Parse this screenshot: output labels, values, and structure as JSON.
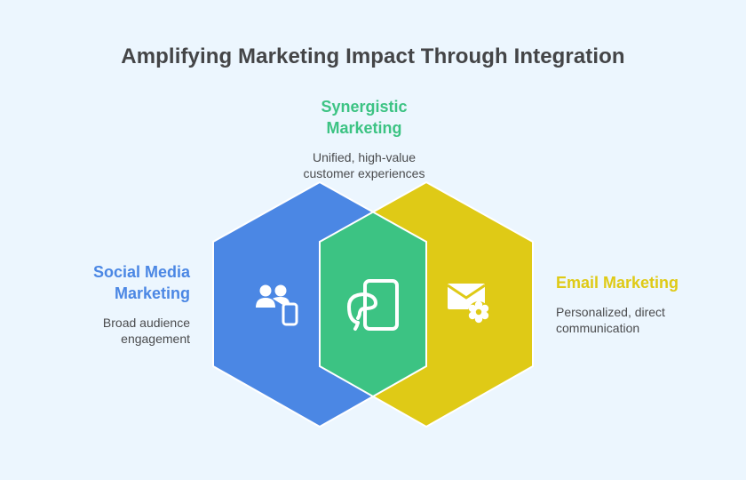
{
  "title": "Amplifying Marketing Impact Through Integration",
  "colors": {
    "background": "#ecf6fe",
    "social": "#4b87e4",
    "synergy": "#3cc383",
    "email": "#dfca16",
    "title_text": "#444547",
    "desc_text": "#4a4b4d",
    "outline": "#ffffff"
  },
  "sections": {
    "synergistic": {
      "title_line1": "Synergistic",
      "title_line2": "Marketing",
      "desc_line1": "Unified, high-value",
      "desc_line2": "customer experiences",
      "icon": "chat-phone-icon"
    },
    "social": {
      "title_line1": "Social Media",
      "title_line2": "Marketing",
      "desc_line1": "Broad audience",
      "desc_line2": "engagement",
      "icon": "users-mobile-icon"
    },
    "email": {
      "title_line1": "Email Marketing",
      "desc_line1": "Personalized, direct",
      "desc_line2": "communication",
      "icon": "mail-gear-icon"
    }
  }
}
